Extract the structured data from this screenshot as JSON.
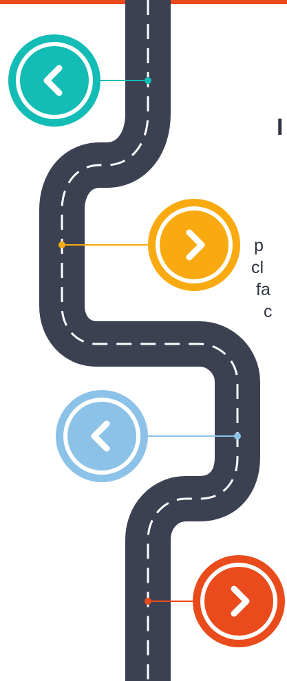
{
  "colors": {
    "accent_top": "#EA4B1C",
    "road": "#3C4152",
    "road_dash": "#FFFFFF",
    "teal": "#13BDB5",
    "amber": "#F8AA10",
    "light_blue": "#8DC2E8",
    "red_orange": "#EA4B1C"
  },
  "milestones": [
    {
      "color": "teal",
      "icon": "chevron-left-icon"
    },
    {
      "color": "amber",
      "icon": "chevron-right-icon"
    },
    {
      "color": "light_blue",
      "icon": "chevron-left-icon"
    },
    {
      "color": "red_orange",
      "icon": "chevron-right-icon"
    }
  ],
  "cropped_text": {
    "heading_fragment": "I",
    "line_1": "p",
    "line_2": "cl",
    "line_3": "fa",
    "line_4": "c"
  }
}
